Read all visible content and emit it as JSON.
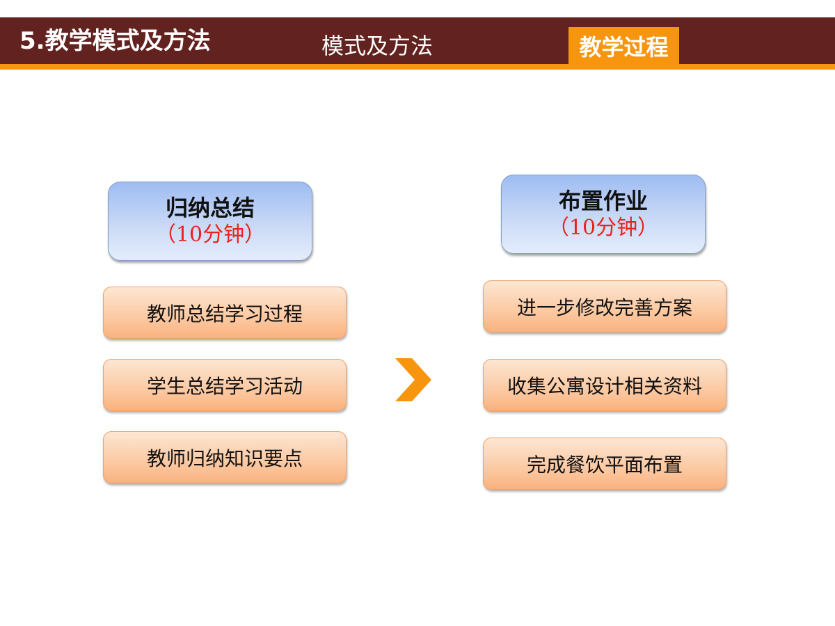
{
  "header": {
    "title": "5.教学模式及方法",
    "tab": "模式及方法",
    "active_tab": "教学过程"
  },
  "left": {
    "title": "归纳总结",
    "duration": "（10分钟）",
    "items": [
      "教师总结学习过程",
      "学生总结学习活动",
      "教师归纳知识要点"
    ]
  },
  "right": {
    "title": "布置作业",
    "duration": "（10分钟）",
    "items": [
      "进一步修改完善方案",
      "收集公寓设计相关资料",
      "完成餐饮平面布置"
    ]
  },
  "colors": {
    "header_bg": "#62221f",
    "accent": "#f7950f",
    "duration_text": "#e8231f"
  },
  "icons": {
    "arrow": "chevron-right-icon"
  }
}
